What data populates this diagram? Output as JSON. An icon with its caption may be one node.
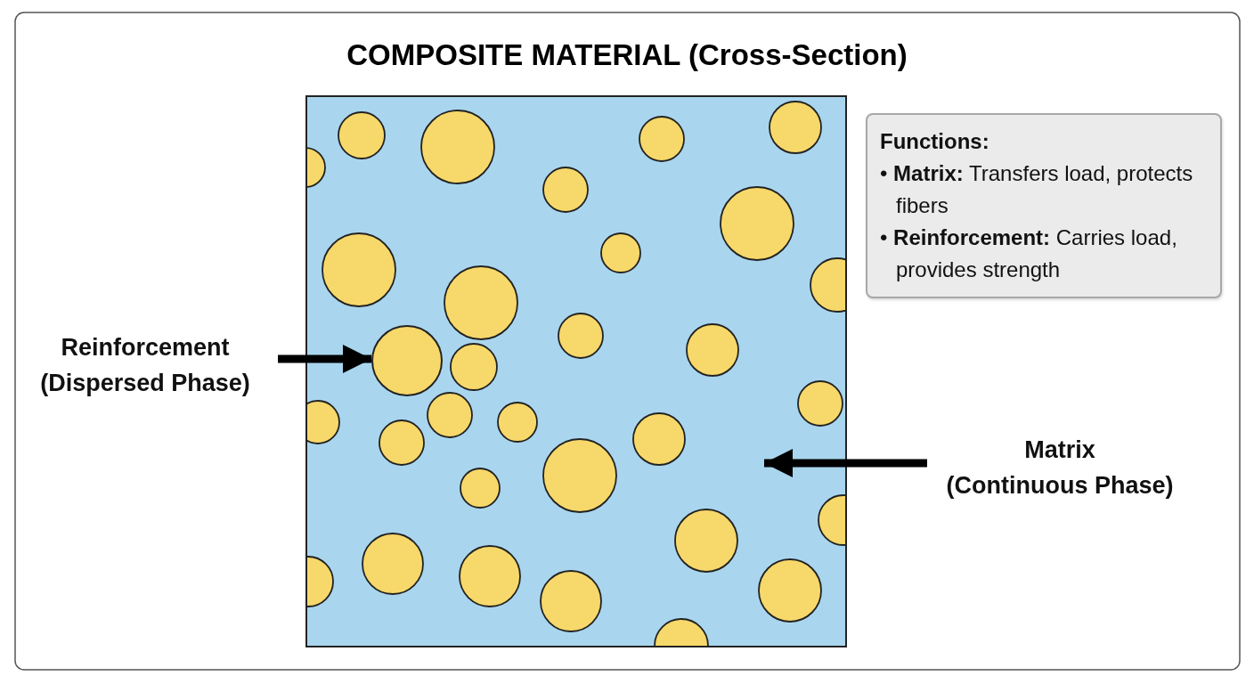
{
  "diagram": {
    "title": "COMPOSITE MATERIAL (Cross-Section)",
    "nodes": [
      {
        "text": [
          "Reinforcement (Dispersed Phase)"
        ]
      },
      {
        "text": [],
        "shape": "box"
      },
      {
        "text": [],
        "shape": "circle",
        "in": 1
      },
      {
        "text": [
          "Matrix (Continuous Phase)"
        ]
      },
      {
        "text": [
          "Functions:",
          "• **Matrix:** Transfers load, protects fibers",
          "• **Reinforcement:** Carries load, provides strength"
        ]
      }
    ],
    "edges": [
      {
        "from": 0,
        "to": 2,
        "arrow": "to"
      },
      {
        "from": 3,
        "to": 1,
        "arrow": "to"
      }
    ]
  }
}
